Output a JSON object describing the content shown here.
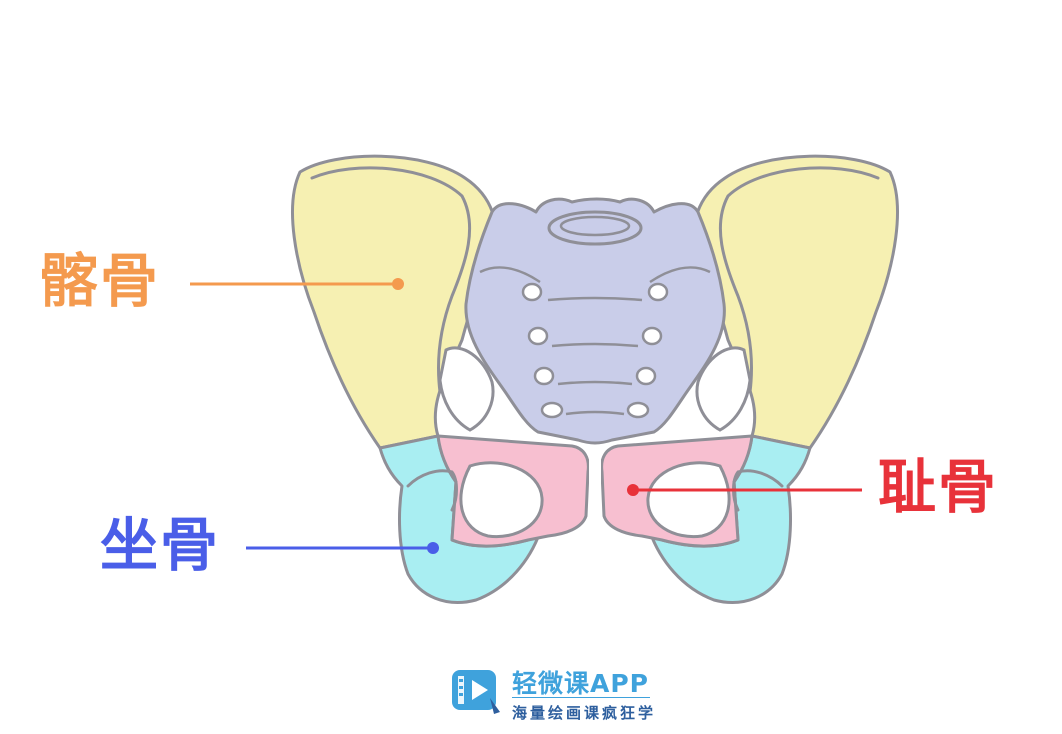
{
  "labels": {
    "ilium": "髂骨",
    "ischium": "坐骨",
    "pubis": "耻骨"
  },
  "brand": {
    "name": "轻微课APP",
    "slogan": "海量绘画课疯狂学"
  },
  "colors": {
    "ilium": "#f6f0b2",
    "ischium": "#a9eef2",
    "pubis": "#f7bfd0",
    "sacrum": "#c9cde9",
    "outline": "#8f8f97",
    "ilium_label": "#f49a4e",
    "ischium_label": "#4a5ee8",
    "pubis_label": "#e8323a",
    "brand": "#3fa2dc",
    "brand_slogan": "#2e5f9e"
  }
}
